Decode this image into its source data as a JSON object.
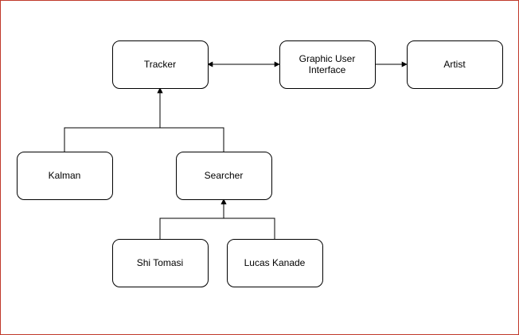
{
  "diagram": {
    "nodes": [
      {
        "id": "tracker",
        "label": [
          "Tracker"
        ]
      },
      {
        "id": "gui",
        "label": [
          "Graphic User",
          "Interface"
        ]
      },
      {
        "id": "artist",
        "label": [
          "Artist"
        ]
      },
      {
        "id": "kalman",
        "label": [
          "Kalman"
        ]
      },
      {
        "id": "searcher",
        "label": [
          "Searcher"
        ]
      },
      {
        "id": "shi-tomasi",
        "label": [
          "Shi Tomasi"
        ]
      },
      {
        "id": "lucas-kanade",
        "label": [
          "Lucas Kanade"
        ]
      }
    ],
    "edges": [
      {
        "id": "tracker-gui",
        "from": "tracker",
        "to": "gui",
        "arrows": "both"
      },
      {
        "id": "gui-artist",
        "from": "gui",
        "to": "artist",
        "arrows": "end"
      },
      {
        "id": "kalman-tracker",
        "from": "kalman",
        "to": "tracker",
        "arrows": "end"
      },
      {
        "id": "searcher-tracker",
        "from": "searcher",
        "to": "tracker",
        "arrows": "end"
      },
      {
        "id": "shi-tomasi-searcher",
        "from": "shi-tomasi",
        "to": "searcher",
        "arrows": "end"
      },
      {
        "id": "lucas-kanade-searcher",
        "from": "lucas-kanade",
        "to": "searcher",
        "arrows": "end"
      }
    ],
    "colors": {
      "border": "#c0392b",
      "stroke": "#000000",
      "fill": "#ffffff",
      "text": "#000000"
    }
  }
}
